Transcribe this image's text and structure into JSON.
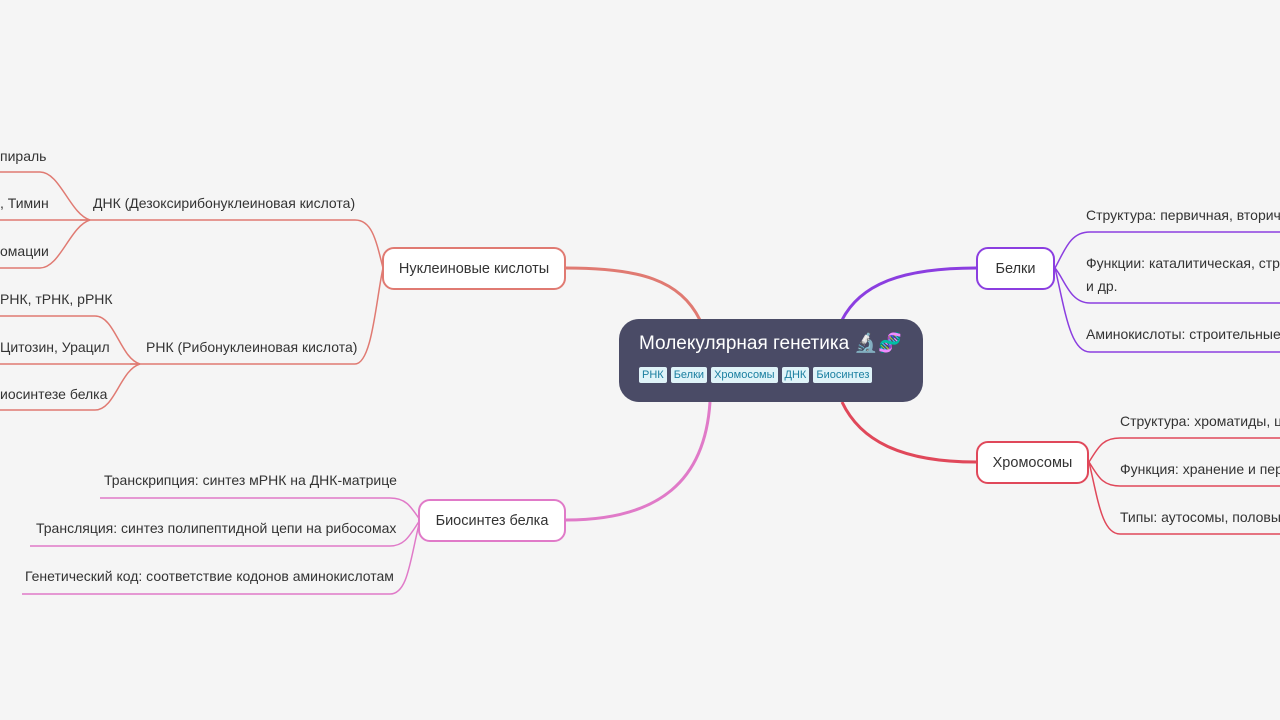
{
  "root": {
    "title": "Молекулярная генетика 🔬🧬",
    "tags": [
      "РНК",
      "Белки",
      "Хромосомы",
      "ДНК",
      "Биосинтез"
    ]
  },
  "colors": {
    "nucleic": "#e07a72",
    "biosynth": "#e07ac8",
    "proteins": "#8b3ee0",
    "chromosomes": "#e0485a",
    "root_bg": "#4a4b66"
  },
  "branches": {
    "nucleic": {
      "label": "Нуклеиновые кислоты",
      "dna": {
        "label": "ДНК (Дезоксирибонуклеиновая кислота)",
        "children": [
          "пираль",
          ", Тимин",
          "омации"
        ]
      },
      "rna": {
        "label": "РНК (Рибонуклеиновая кислота)",
        "children": [
          "РНК, тРНК, рРНК",
          "Цитозин, Урацил",
          "иосинтезе белка"
        ]
      }
    },
    "biosynth": {
      "label": "Биосинтез белка",
      "children": [
        "Транскрипция: синтез мРНК на ДНК-матрице",
        "Трансляция: синтез полипептидной цепи на рибосомах",
        "Генетический код: соответствие кодонов аминокислотам"
      ]
    },
    "proteins": {
      "label": "Белки",
      "children": [
        "Структура: первичная, вторичн",
        "Функции: каталитическая, стру",
        "и др.",
        "Аминокислоты: строительные"
      ]
    },
    "chromosomes": {
      "label": "Хромосомы",
      "children": [
        "Структура: хроматиды, це",
        "Функция: хранение и пер",
        "Типы: аутосомы, половые"
      ]
    }
  }
}
